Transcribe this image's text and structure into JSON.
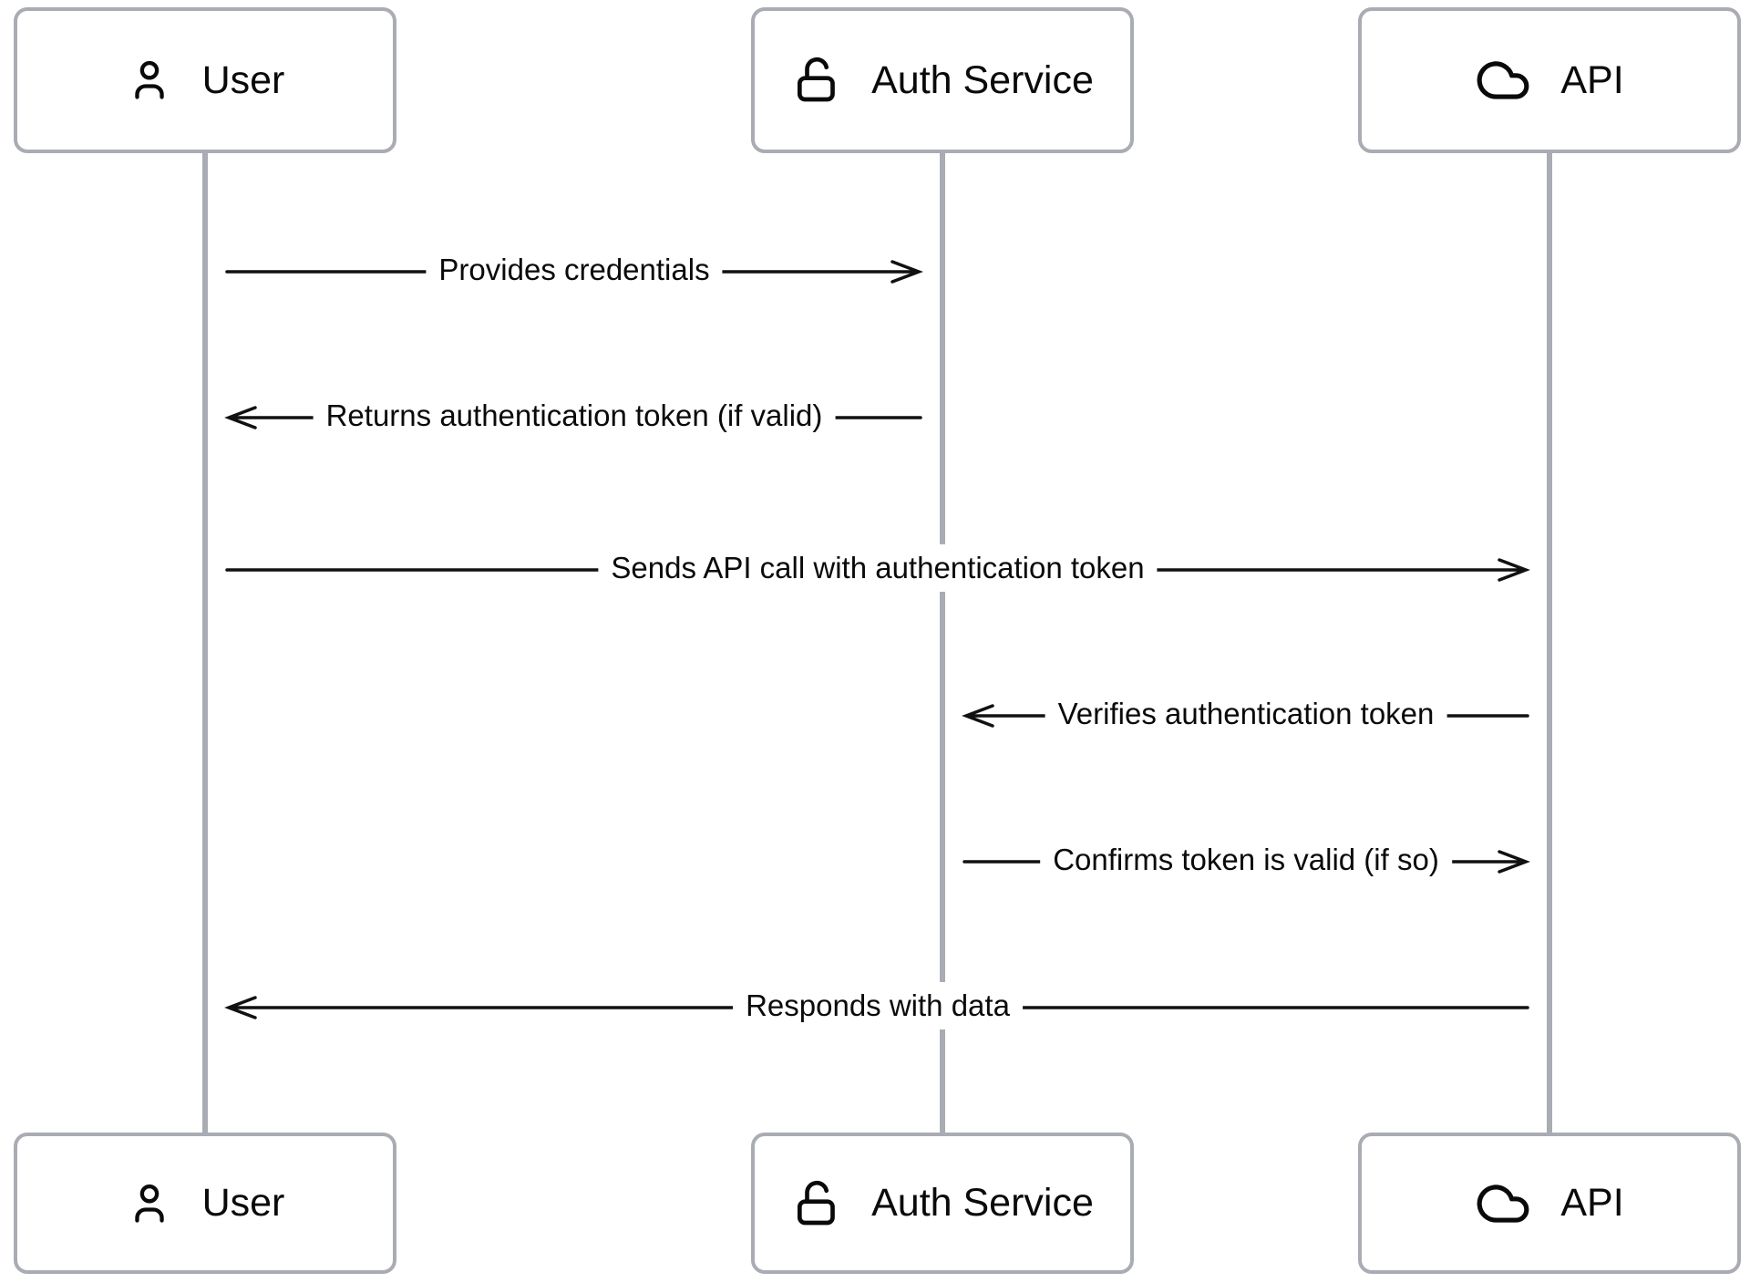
{
  "diagram": {
    "type": "sequence-diagram",
    "background": "#ffffff",
    "colors": {
      "box_border": "#a9acb3",
      "lifeline": "#a9acb3",
      "message_line": "#111111",
      "text": "#0a0a0a"
    },
    "actors": [
      {
        "id": "user",
        "label": "User",
        "icon": "user-icon"
      },
      {
        "id": "auth",
        "label": "Auth Service",
        "icon": "unlock-icon"
      },
      {
        "id": "api",
        "label": "API",
        "icon": "cloud-icon"
      }
    ],
    "messages": [
      {
        "from": "User",
        "to": "Auth Service",
        "label": "Provides credentials"
      },
      {
        "from": "Auth Service",
        "to": "User",
        "label": "Returns authentication token (if valid)"
      },
      {
        "from": "User",
        "to": "API",
        "label": "Sends API call with authentication token"
      },
      {
        "from": "API",
        "to": "Auth Service",
        "label": "Verifies authentication token"
      },
      {
        "from": "Auth Service",
        "to": "API",
        "label": "Confirms token is valid (if so)"
      },
      {
        "from": "API",
        "to": "User",
        "label": "Responds with data"
      }
    ]
  }
}
